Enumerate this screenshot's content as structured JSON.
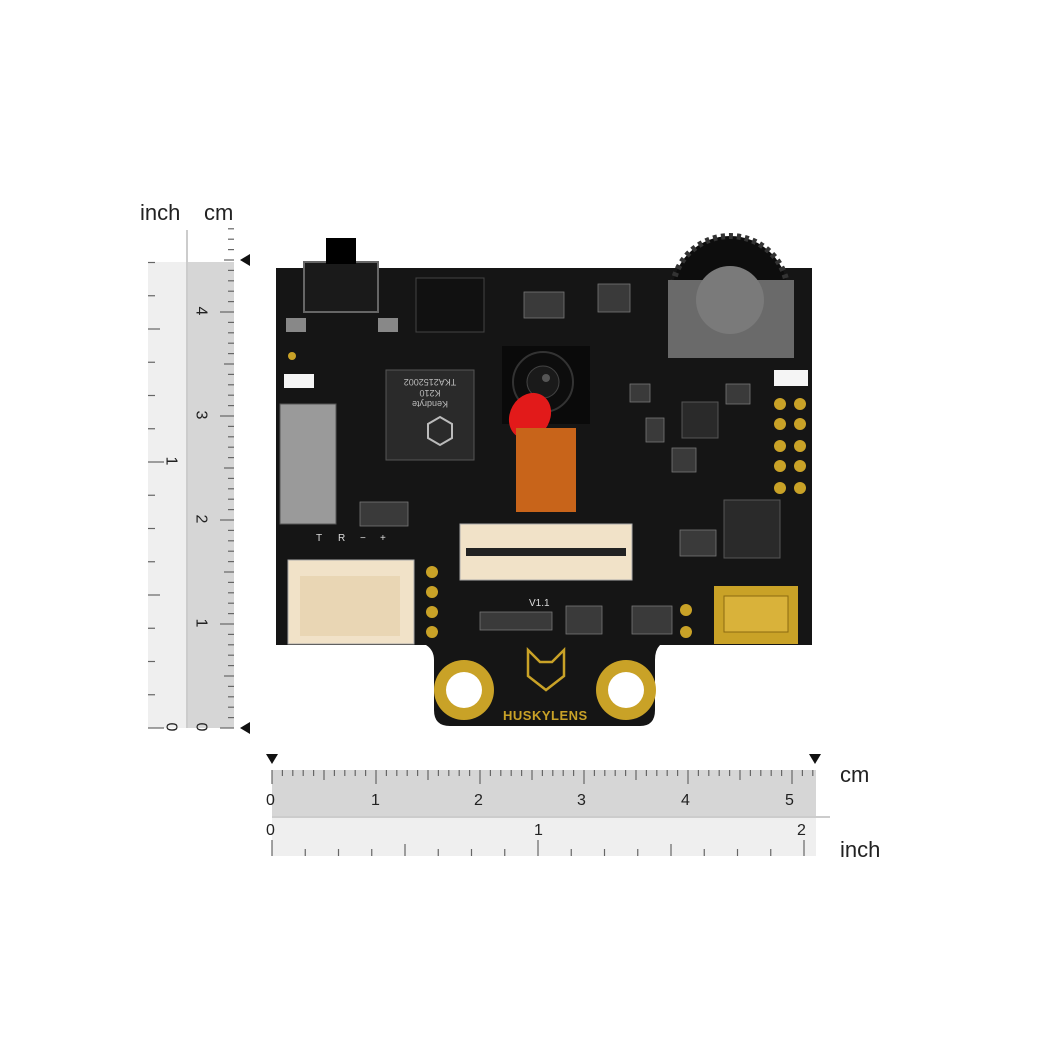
{
  "units": {
    "inch_top": "inch",
    "cm_top": "cm",
    "cm_bottom": "cm",
    "inch_bottom": "inch"
  },
  "vertical_ruler": {
    "cm_ticks": [
      "0",
      "1",
      "2",
      "3",
      "4"
    ],
    "inch_ticks": [
      "0",
      "1"
    ]
  },
  "horizontal_ruler": {
    "cm_ticks": [
      "0",
      "1",
      "2",
      "3",
      "4",
      "5"
    ],
    "inch_ticks": [
      "0",
      "1",
      "2"
    ]
  },
  "board": {
    "brand_label": "HUSKYLENS",
    "version_label": "V1.1",
    "pin_labels": [
      "T",
      "R",
      "−",
      "+"
    ],
    "chip_main_text": [
      "Kendryte",
      "K210",
      "TKA2152002"
    ],
    "colors": {
      "pcb": "#151515",
      "gold": "#c9a227",
      "ruler_light": "#efefef",
      "ruler_dark": "#d4d4d4",
      "red_led": "#e21a1a",
      "ribbon": "#c8641a",
      "connector_beige": "#f1e2c8"
    }
  }
}
